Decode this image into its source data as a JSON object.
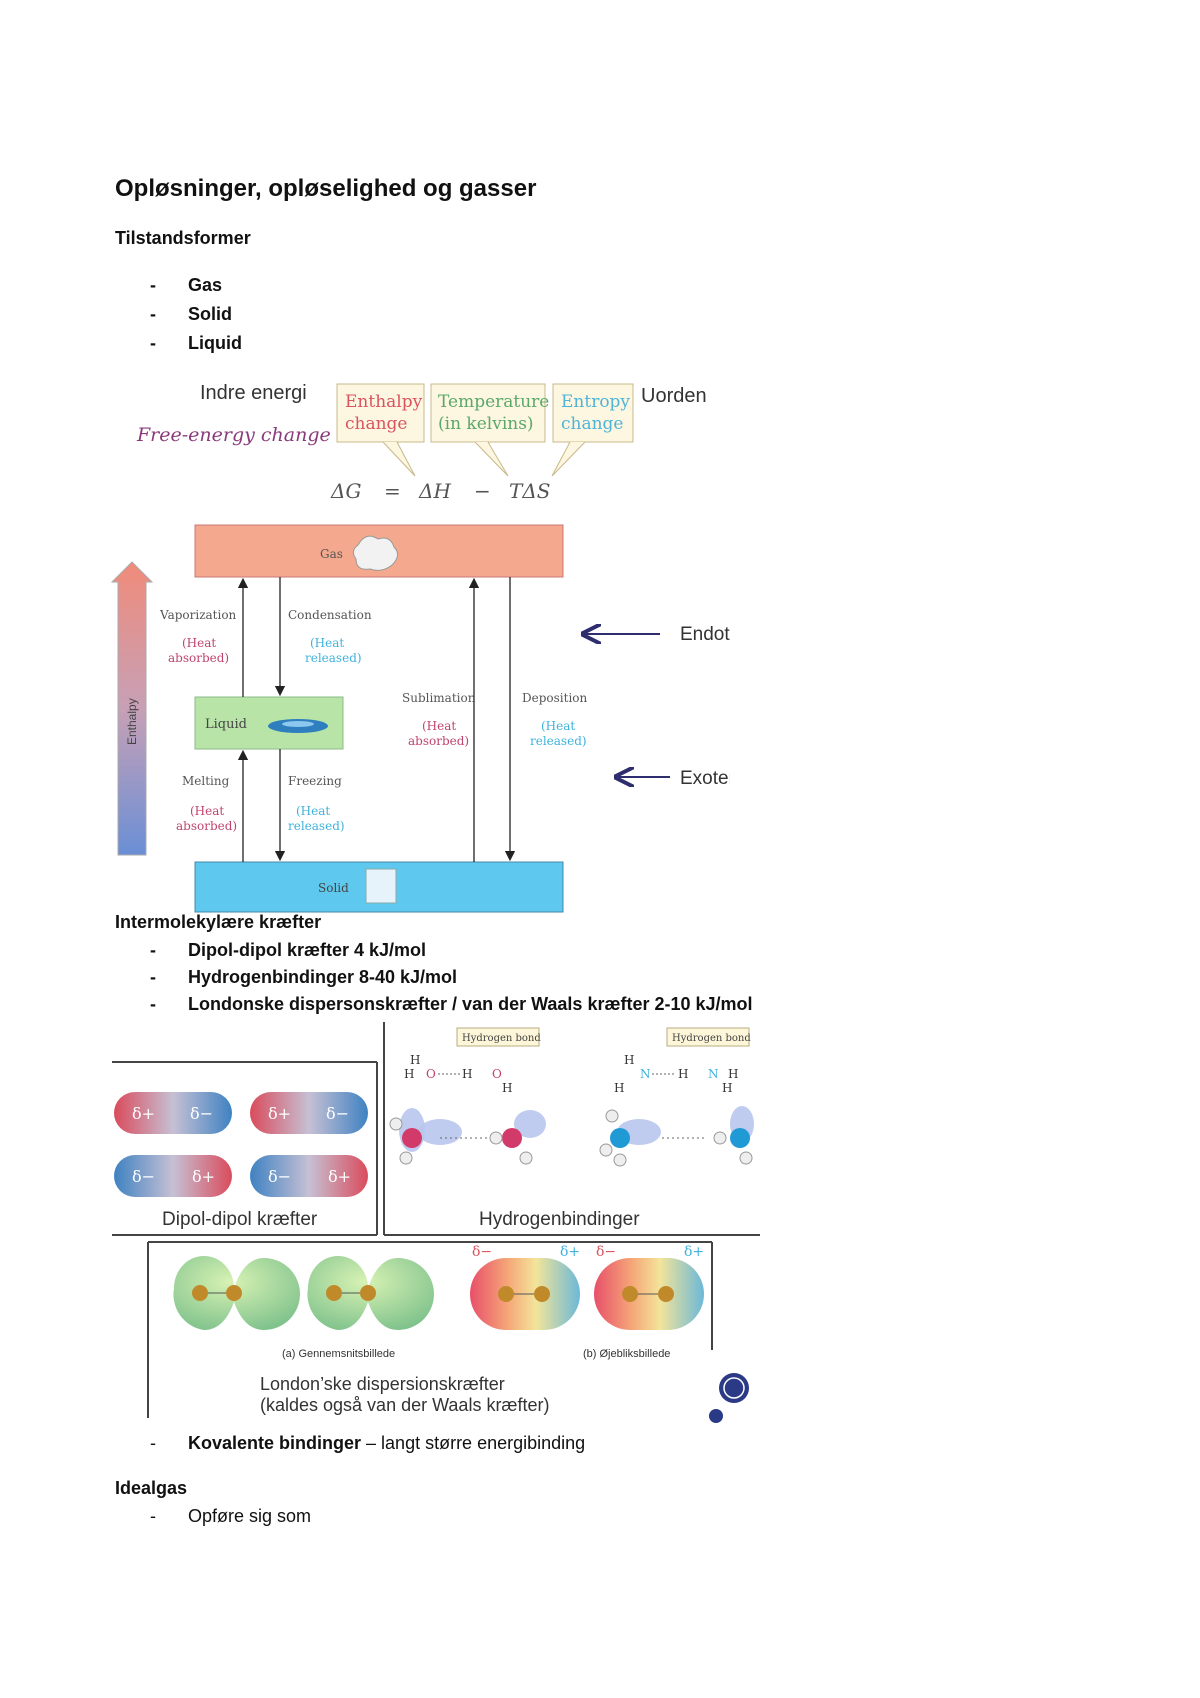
{
  "document": {
    "title": "Opløsninger, opløselighed og gasser",
    "section1": {
      "heading": "Tilstandsformer",
      "items": [
        "Gas",
        "Solid",
        "Liquid"
      ]
    },
    "figure1": {
      "indre_energi": "Indre energi",
      "free_energy": "Free-energy change",
      "enthalpy": [
        "Enthalpy",
        "change"
      ],
      "temperature": [
        "Temperature",
        "(in kelvins)"
      ],
      "entropy": [
        "Entropy",
        "change"
      ],
      "uorden": "Uorden",
      "equation": [
        "ΔG",
        "=",
        "ΔH",
        "−",
        "TΔS"
      ]
    },
    "figure2": {
      "gas": "Gas",
      "liquid": "Liquid",
      "solid": "Solid",
      "enthalpy_axis": "Enthalpy",
      "vaporization": "Vaporization",
      "condensation": "Condensation",
      "sublimation": "Sublimation",
      "deposition": "Deposition",
      "melting": "Melting",
      "freezing": "Freezing",
      "heat_absorbed": [
        "(Heat",
        "absorbed)"
      ],
      "heat_released": [
        "(Heat",
        "released)"
      ],
      "endoterm": "Endoterm",
      "exoterm": "Exoterm"
    },
    "section2": {
      "heading": "Intermolekylære kræfter",
      "items": [
        "Dipol-dipol kræfter 4 kJ/mol",
        "Hydrogenbindinger  8-40 kJ/mol",
        "Londonske dispersonskræfter / van der Waals kræfter 2-10 kJ/mol"
      ]
    },
    "figure3": {
      "dipol_caption": "Dipol-dipol kræfter",
      "hydrogen_caption": "Hydrogenbindinger",
      "hydrogen_bond": "Hydrogen bond",
      "delta_plus": "δ+",
      "delta_minus": "δ−",
      "gennemsnit": "(a) Gennemsnitsbillede",
      "oejeblik": "(b) Øjebliksbillede",
      "london_line1": "London’ske dispersionskræfter",
      "london_line2": "(kaldes også van der Waals kræfter)"
    },
    "section2_extra": {
      "bold": "Kovalente bindinger",
      "rest": " – langt større energibinding"
    },
    "section3": {
      "heading": "Idealgas",
      "items": [
        "Opføre sig som"
      ]
    },
    "dash": "-"
  }
}
